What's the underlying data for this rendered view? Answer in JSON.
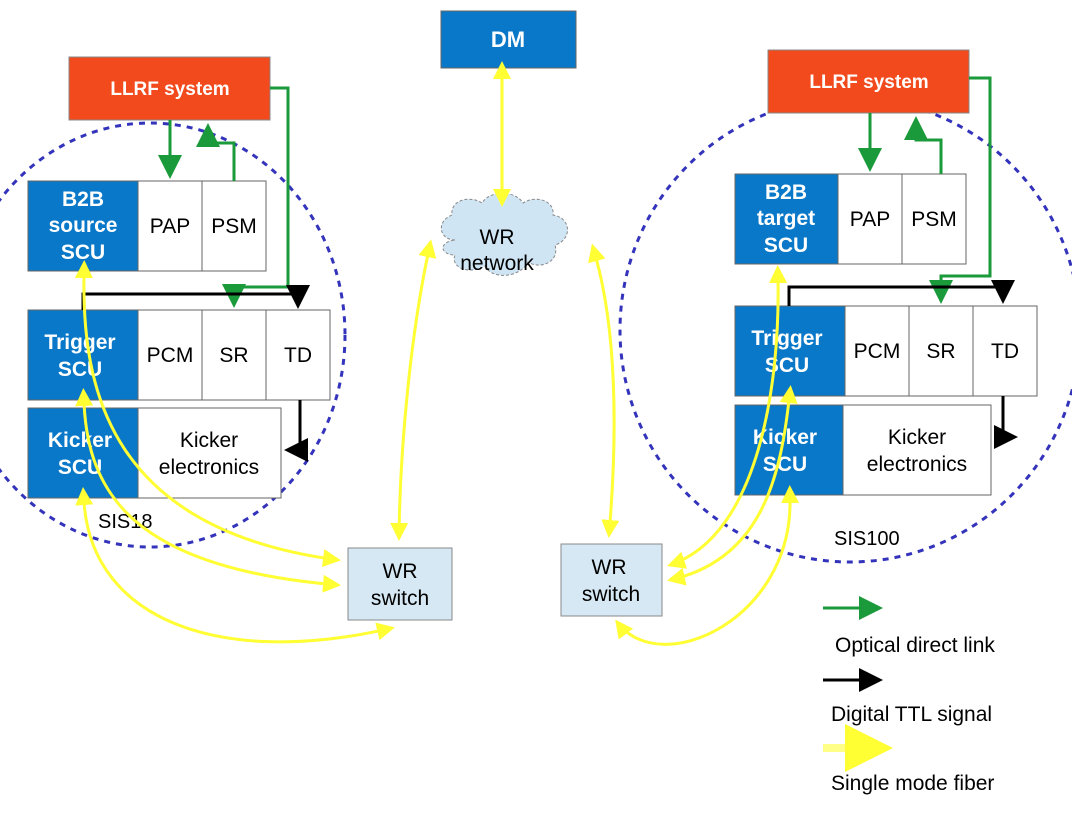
{
  "dm": {
    "label": "DM"
  },
  "network": {
    "line1": "WR",
    "line2": "network"
  },
  "left": {
    "llrf": "LLRF system",
    "b2b": [
      "B2B",
      "source",
      "SCU"
    ],
    "pap": "PAP",
    "psm": "PSM",
    "trigger": [
      "Trigger",
      "SCU"
    ],
    "pcm": "PCM",
    "sr": "SR",
    "td": "TD",
    "kicker": [
      "Kicker",
      "SCU"
    ],
    "kicker_elec": [
      "Kicker",
      "electronics"
    ],
    "ring": "SIS18",
    "switch": [
      "WR",
      "switch"
    ]
  },
  "right": {
    "llrf": "LLRF system",
    "b2b": [
      "B2B",
      "target",
      "SCU"
    ],
    "pap": "PAP",
    "psm": "PSM",
    "trigger": [
      "Trigger",
      "SCU"
    ],
    "pcm": "PCM",
    "sr": "SR",
    "td": "TD",
    "kicker": [
      "Kicker",
      "SCU"
    ],
    "kicker_elec": [
      "Kicker",
      "electronics"
    ],
    "ring": "SIS100",
    "switch": [
      "WR",
      "switch"
    ]
  },
  "legend": {
    "optical": "Optical direct link",
    "ttl": "Digital TTL signal",
    "fiber": "Single mode fiber"
  },
  "colors": {
    "llrf": "#f24a1d",
    "scu": "#0a78c8",
    "dm": "#0a78c8",
    "switch": "#d6e8f4",
    "cloud": "#cfe5f4",
    "optical": "#1a9a3a",
    "ttl": "#000000",
    "fiber": "#ffff33",
    "ring": "#3333bb"
  }
}
